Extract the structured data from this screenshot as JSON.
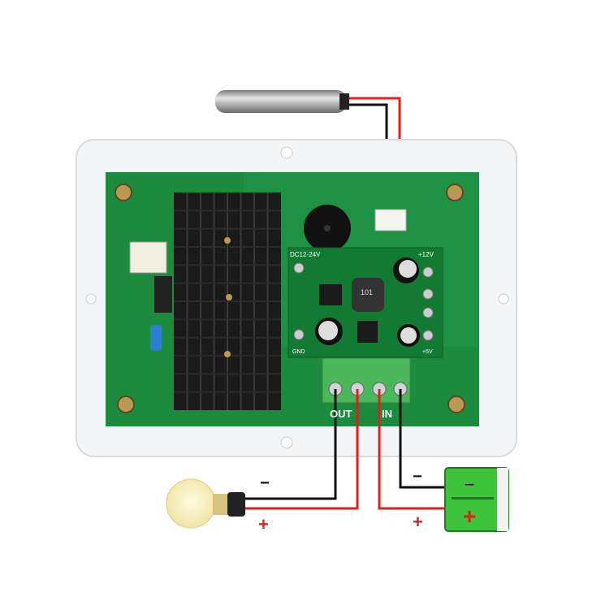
{
  "board": {
    "module_label_input": "DC12-24V",
    "module_label_12v": "+12V",
    "module_label_gnd": "GND",
    "module_label_5v": "+5V",
    "inductor_marking": "101",
    "terminal_out": "OUT",
    "terminal_in": "IN"
  },
  "load": {
    "minus": "−",
    "plus": "+"
  },
  "supply": {
    "minus": "−",
    "plus": "+"
  },
  "colors": {
    "pcb": "#1d8b3e",
    "wire_red": "#e0201e",
    "wire_black": "#111111",
    "battery": "#3ec43a"
  }
}
